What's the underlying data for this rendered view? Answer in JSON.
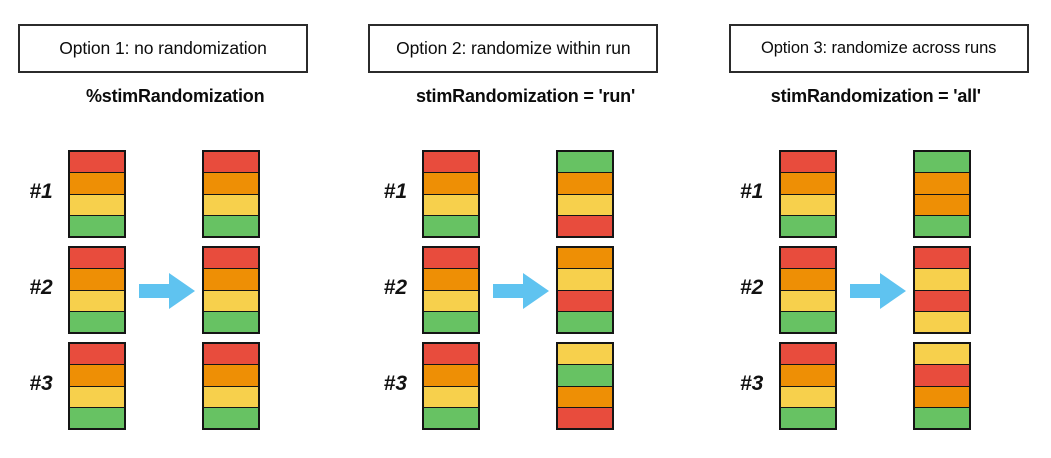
{
  "palette": {
    "red": "#e84c3d",
    "orange": "#ee8f05",
    "yellow": "#f7d04c",
    "green": "#67c263",
    "arrow_blue": "#5fc3f0",
    "border": "#151515",
    "box_border": "#2b2b2b",
    "background": "#ffffff",
    "text": "#0c0c0c"
  },
  "panels": [
    {
      "title": "Option 1: no randomization",
      "code_caption": "%stimRandomization",
      "rows": [
        {
          "label": "#1",
          "has_arrow": false,
          "left_stack": [
            "red",
            "orange",
            "yellow",
            "green"
          ],
          "right_stack": [
            "red",
            "orange",
            "yellow",
            "green"
          ]
        },
        {
          "label": "#2",
          "has_arrow": true,
          "arrow_icon": "right-arrow-icon",
          "left_stack": [
            "red",
            "orange",
            "yellow",
            "green"
          ],
          "right_stack": [
            "red",
            "orange",
            "yellow",
            "green"
          ]
        },
        {
          "label": "#3",
          "has_arrow": false,
          "left_stack": [
            "red",
            "orange",
            "yellow",
            "green"
          ],
          "right_stack": [
            "red",
            "orange",
            "yellow",
            "green"
          ]
        }
      ]
    },
    {
      "title": "Option 2: randomize within run",
      "code_caption": "stimRandomization = 'run'",
      "rows": [
        {
          "label": "#1",
          "has_arrow": false,
          "left_stack": [
            "red",
            "orange",
            "yellow",
            "green"
          ],
          "right_stack": [
            "green",
            "orange",
            "yellow",
            "red"
          ]
        },
        {
          "label": "#2",
          "has_arrow": true,
          "arrow_icon": "right-arrow-icon",
          "left_stack": [
            "red",
            "orange",
            "yellow",
            "green"
          ],
          "right_stack": [
            "orange",
            "yellow",
            "red",
            "green"
          ]
        },
        {
          "label": "#3",
          "has_arrow": false,
          "left_stack": [
            "red",
            "orange",
            "yellow",
            "green"
          ],
          "right_stack": [
            "yellow",
            "green",
            "orange",
            "red"
          ]
        }
      ]
    },
    {
      "title": "Option 3: randomize across runs",
      "code_caption": "stimRandomization = 'all'",
      "rows": [
        {
          "label": "#1",
          "has_arrow": false,
          "left_stack": [
            "red",
            "orange",
            "yellow",
            "green"
          ],
          "right_stack": [
            "green",
            "orange",
            "orange",
            "green"
          ]
        },
        {
          "label": "#2",
          "has_arrow": true,
          "arrow_icon": "right-arrow-icon",
          "left_stack": [
            "red",
            "orange",
            "yellow",
            "green"
          ],
          "right_stack": [
            "red",
            "yellow",
            "red",
            "yellow"
          ]
        },
        {
          "label": "#3",
          "has_arrow": false,
          "left_stack": [
            "red",
            "orange",
            "yellow",
            "green"
          ],
          "right_stack": [
            "yellow",
            "red",
            "orange",
            "green"
          ]
        }
      ]
    }
  ]
}
